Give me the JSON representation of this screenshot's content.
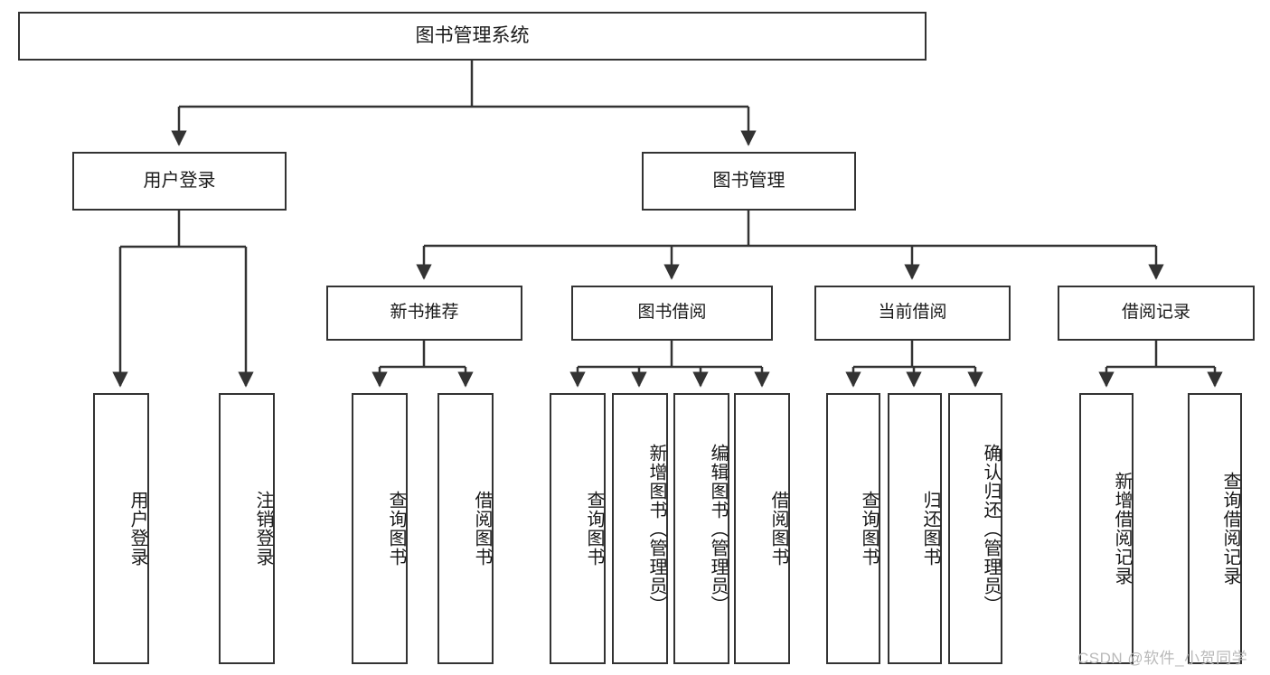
{
  "diagram": {
    "type": "hierarchy-tree",
    "title": "图书管理系统",
    "root": {
      "label": "图书管理系统"
    },
    "level2": [
      {
        "label": "用户登录"
      },
      {
        "label": "图书管理"
      }
    ],
    "level3": [
      {
        "label": "新书推荐"
      },
      {
        "label": "图书借阅"
      },
      {
        "label": "当前借阅"
      },
      {
        "label": "借阅记录"
      }
    ],
    "leaves": {
      "user_login": [
        {
          "label": "用户登录"
        },
        {
          "label": "注销登录"
        }
      ],
      "new_book_recommend": [
        {
          "label": "查询图书"
        },
        {
          "label": "借阅图书"
        }
      ],
      "book_borrow": [
        {
          "label": "查询图书"
        },
        {
          "label": "新增图书（管理员）"
        },
        {
          "label": "编辑图书（管理员）"
        },
        {
          "label": "借阅图书"
        }
      ],
      "current_borrow": [
        {
          "label": "查询图书"
        },
        {
          "label": "归还图书"
        },
        {
          "label": "确认归还（管理员）"
        }
      ],
      "borrow_record": [
        {
          "label": "新增借阅记录"
        },
        {
          "label": "查询借阅记录"
        }
      ]
    }
  },
  "colors": {
    "stroke": "#333333",
    "background": "#ffffff",
    "text": "#1a1a1a",
    "watermark": "#b9b9b9"
  },
  "watermark": {
    "text": "CSDN @软件_小贺同学"
  }
}
